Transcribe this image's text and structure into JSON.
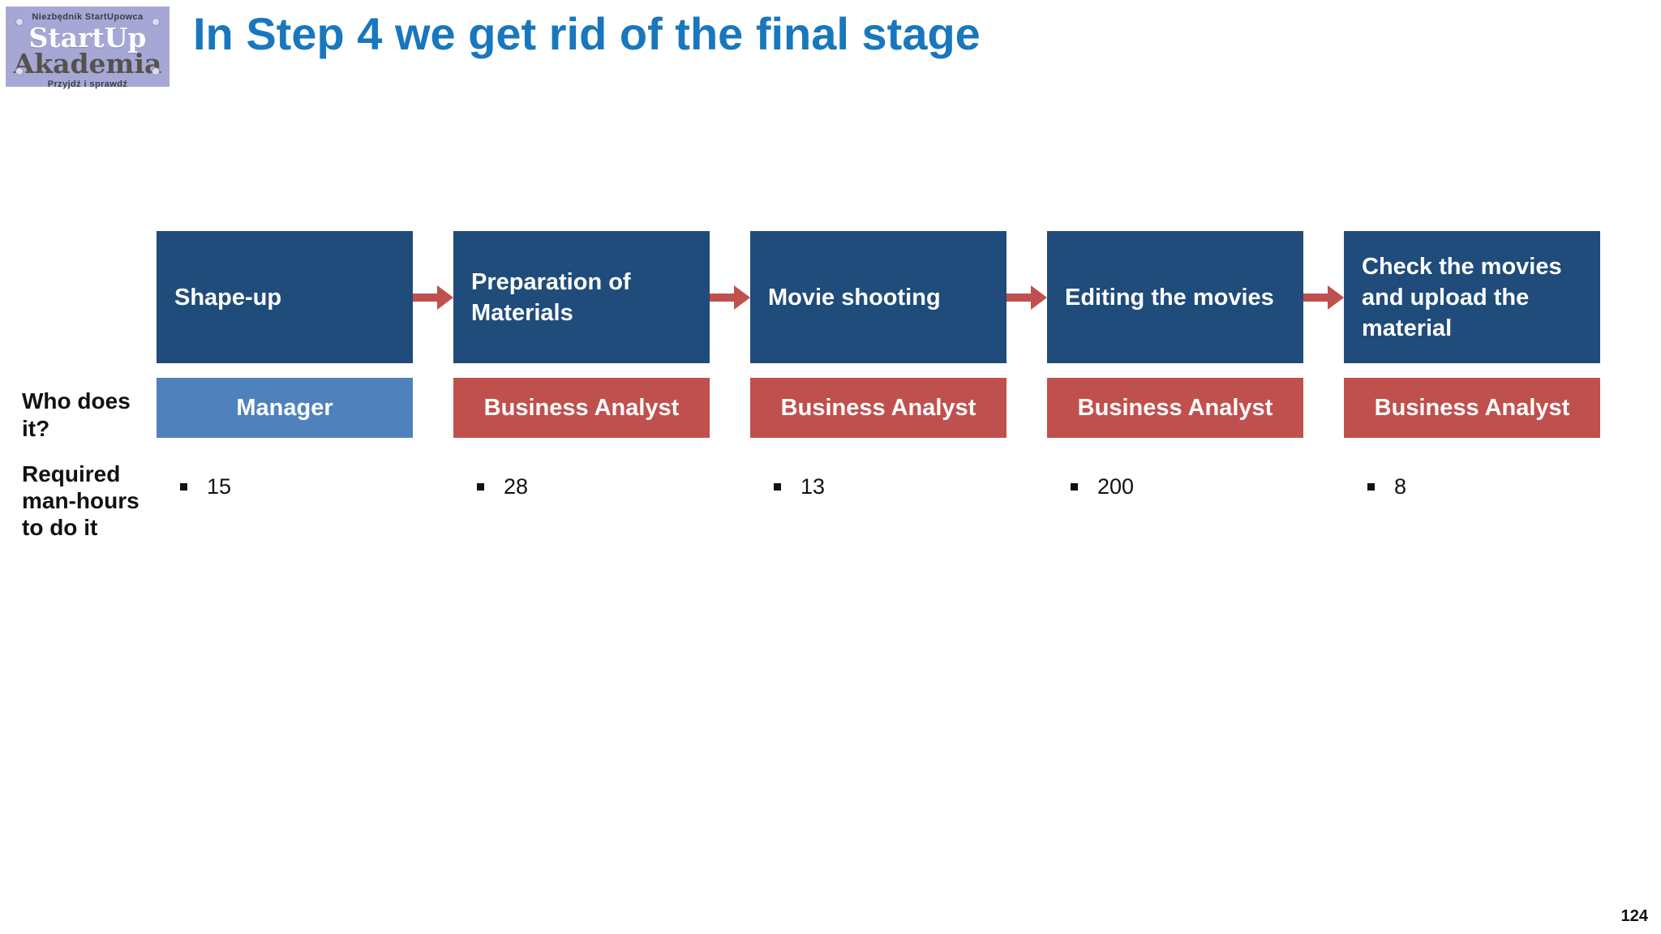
{
  "slide": {
    "title": "In Step 4 we get rid of the final stage",
    "page_number": "124"
  },
  "logo": {
    "tagline_top": "Niezbędnik StartUpowca",
    "title_line1": "StartUp",
    "title_line2": "Akademia",
    "tagline_bottom": "Przyjdź i sprawdź"
  },
  "row_labels": {
    "who": "Who does it?",
    "hours": "Required man-hours to do it"
  },
  "process": {
    "columns": [
      {
        "stage": "Shape-up",
        "who": "Manager",
        "who_color": "#4f81bd",
        "hours": "15"
      },
      {
        "stage": "Preparation of Materials",
        "who": "Business Analyst",
        "who_color": "#c0504d",
        "hours": "28"
      },
      {
        "stage": "Movie shooting",
        "who": "Business Analyst",
        "who_color": "#c0504d",
        "hours": "13"
      },
      {
        "stage": "Editing the movies",
        "who": "Business Analyst",
        "who_color": "#c0504d",
        "hours": "200"
      },
      {
        "stage": "Check the movies and upload the material",
        "who": "Business Analyst",
        "who_color": "#c0504d",
        "hours": "8"
      }
    ]
  },
  "colors": {
    "title_blue": "#1877bd",
    "stage_navy": "#1f4c7a",
    "manager_blue": "#4f81bd",
    "analyst_red": "#c0504d",
    "arrow_red": "#c0504d",
    "logo_lavender": "#a7a7d6"
  }
}
